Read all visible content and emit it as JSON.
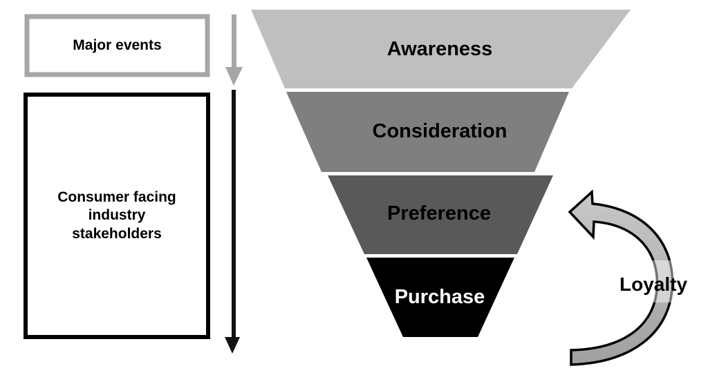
{
  "left_panel": {
    "major_events_label": "Major events",
    "stakeholders_lines": [
      "Consumer facing",
      "industry",
      "stakeholders"
    ]
  },
  "funnel": {
    "stages": [
      {
        "label": "Awareness",
        "fill": "#bfbfbf",
        "text_color": "#000000"
      },
      {
        "label": "Consideration",
        "fill": "#7f7f7f",
        "text_color": "#000000"
      },
      {
        "label": "Preference",
        "fill": "#595959",
        "text_color": "#000000"
      },
      {
        "label": "Purchase",
        "fill": "#000000",
        "text_color": "#ffffff"
      }
    ]
  },
  "loyalty": {
    "label": "Loyalty"
  },
  "colors": {
    "major_events_border": "#a6a6a6",
    "stakeholders_border": "#000000",
    "arrow_gray": "#a6a6a6",
    "arrow_black": "#000000"
  }
}
